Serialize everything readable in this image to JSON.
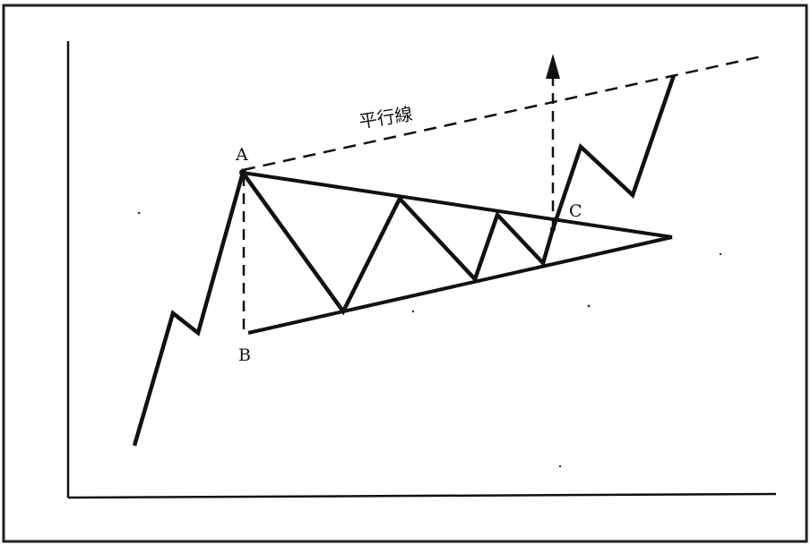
{
  "diagram": {
    "labels": {
      "point_a": "A",
      "point_b": "B",
      "point_c": "C",
      "parallel_line": "平行線"
    },
    "colors": {
      "ink": "#111111",
      "frame": "#222222",
      "background": "#ffffff"
    }
  }
}
